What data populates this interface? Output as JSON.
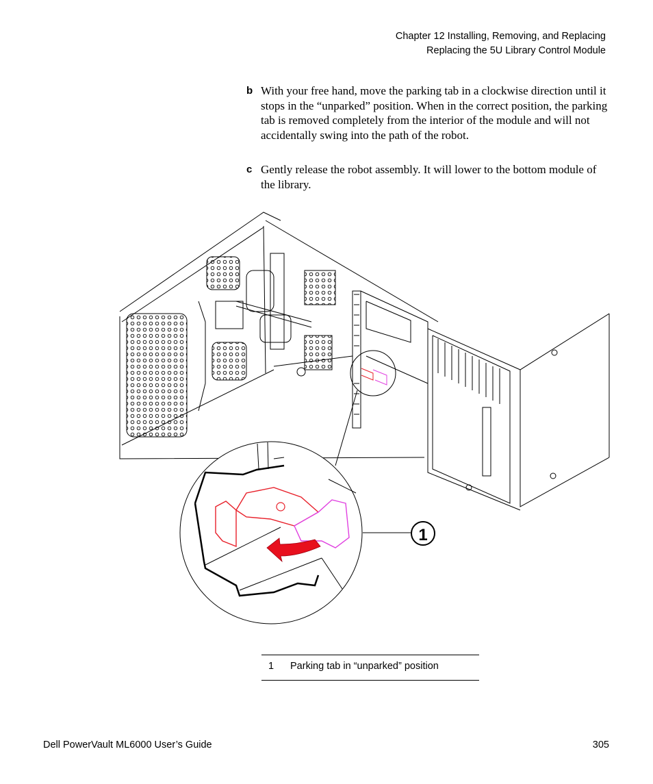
{
  "header": {
    "chapter": "Chapter 12  Installing, Removing, and Replacing",
    "section": "Replacing the 5U Library Control Module"
  },
  "steps": [
    {
      "letter": "b",
      "text": "With your free hand, move the parking tab in a clockwise direction until it stops in the “unparked” position. When in the correct position, the parking tab is removed completely from the interior of the module and will not accidentally swing into the path of the robot."
    },
    {
      "letter": "c",
      "text": "Gently release the robot assembly. It will lower to the bottom module of the library."
    }
  ],
  "figure": {
    "callout": "1",
    "colors": {
      "line": "#000000",
      "tab_red": "#e8202a",
      "tab_magenta": "#e040e0",
      "arrow": "#e8101e"
    }
  },
  "legend": {
    "number": "1",
    "label": "Parking tab in “unparked” position"
  },
  "footer": {
    "title": "Dell PowerVault ML6000 User’s Guide",
    "page": "305"
  }
}
